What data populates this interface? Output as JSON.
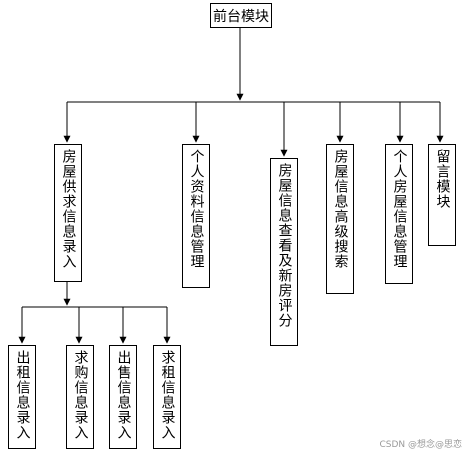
{
  "root": {
    "label": "前台模块"
  },
  "modules": [
    {
      "label": "房屋供求信息录入"
    },
    {
      "label": "个人资料信息管理"
    },
    {
      "label": "房屋信息查看及新房评分"
    },
    {
      "label": "房屋信息高级搜索"
    },
    {
      "label": "个人房屋信息管理"
    },
    {
      "label": "留言模块"
    }
  ],
  "submodules": [
    {
      "label": "出租信息录入"
    },
    {
      "label": "求购信息录入"
    },
    {
      "label": "出售信息录入"
    },
    {
      "label": "求租信息录入"
    }
  ],
  "watermark": "CSDN @想念@思恋",
  "colors": {
    "line": "#000000",
    "box_border": "#000000",
    "background": "#ffffff",
    "watermark": "#9a9a9a"
  }
}
